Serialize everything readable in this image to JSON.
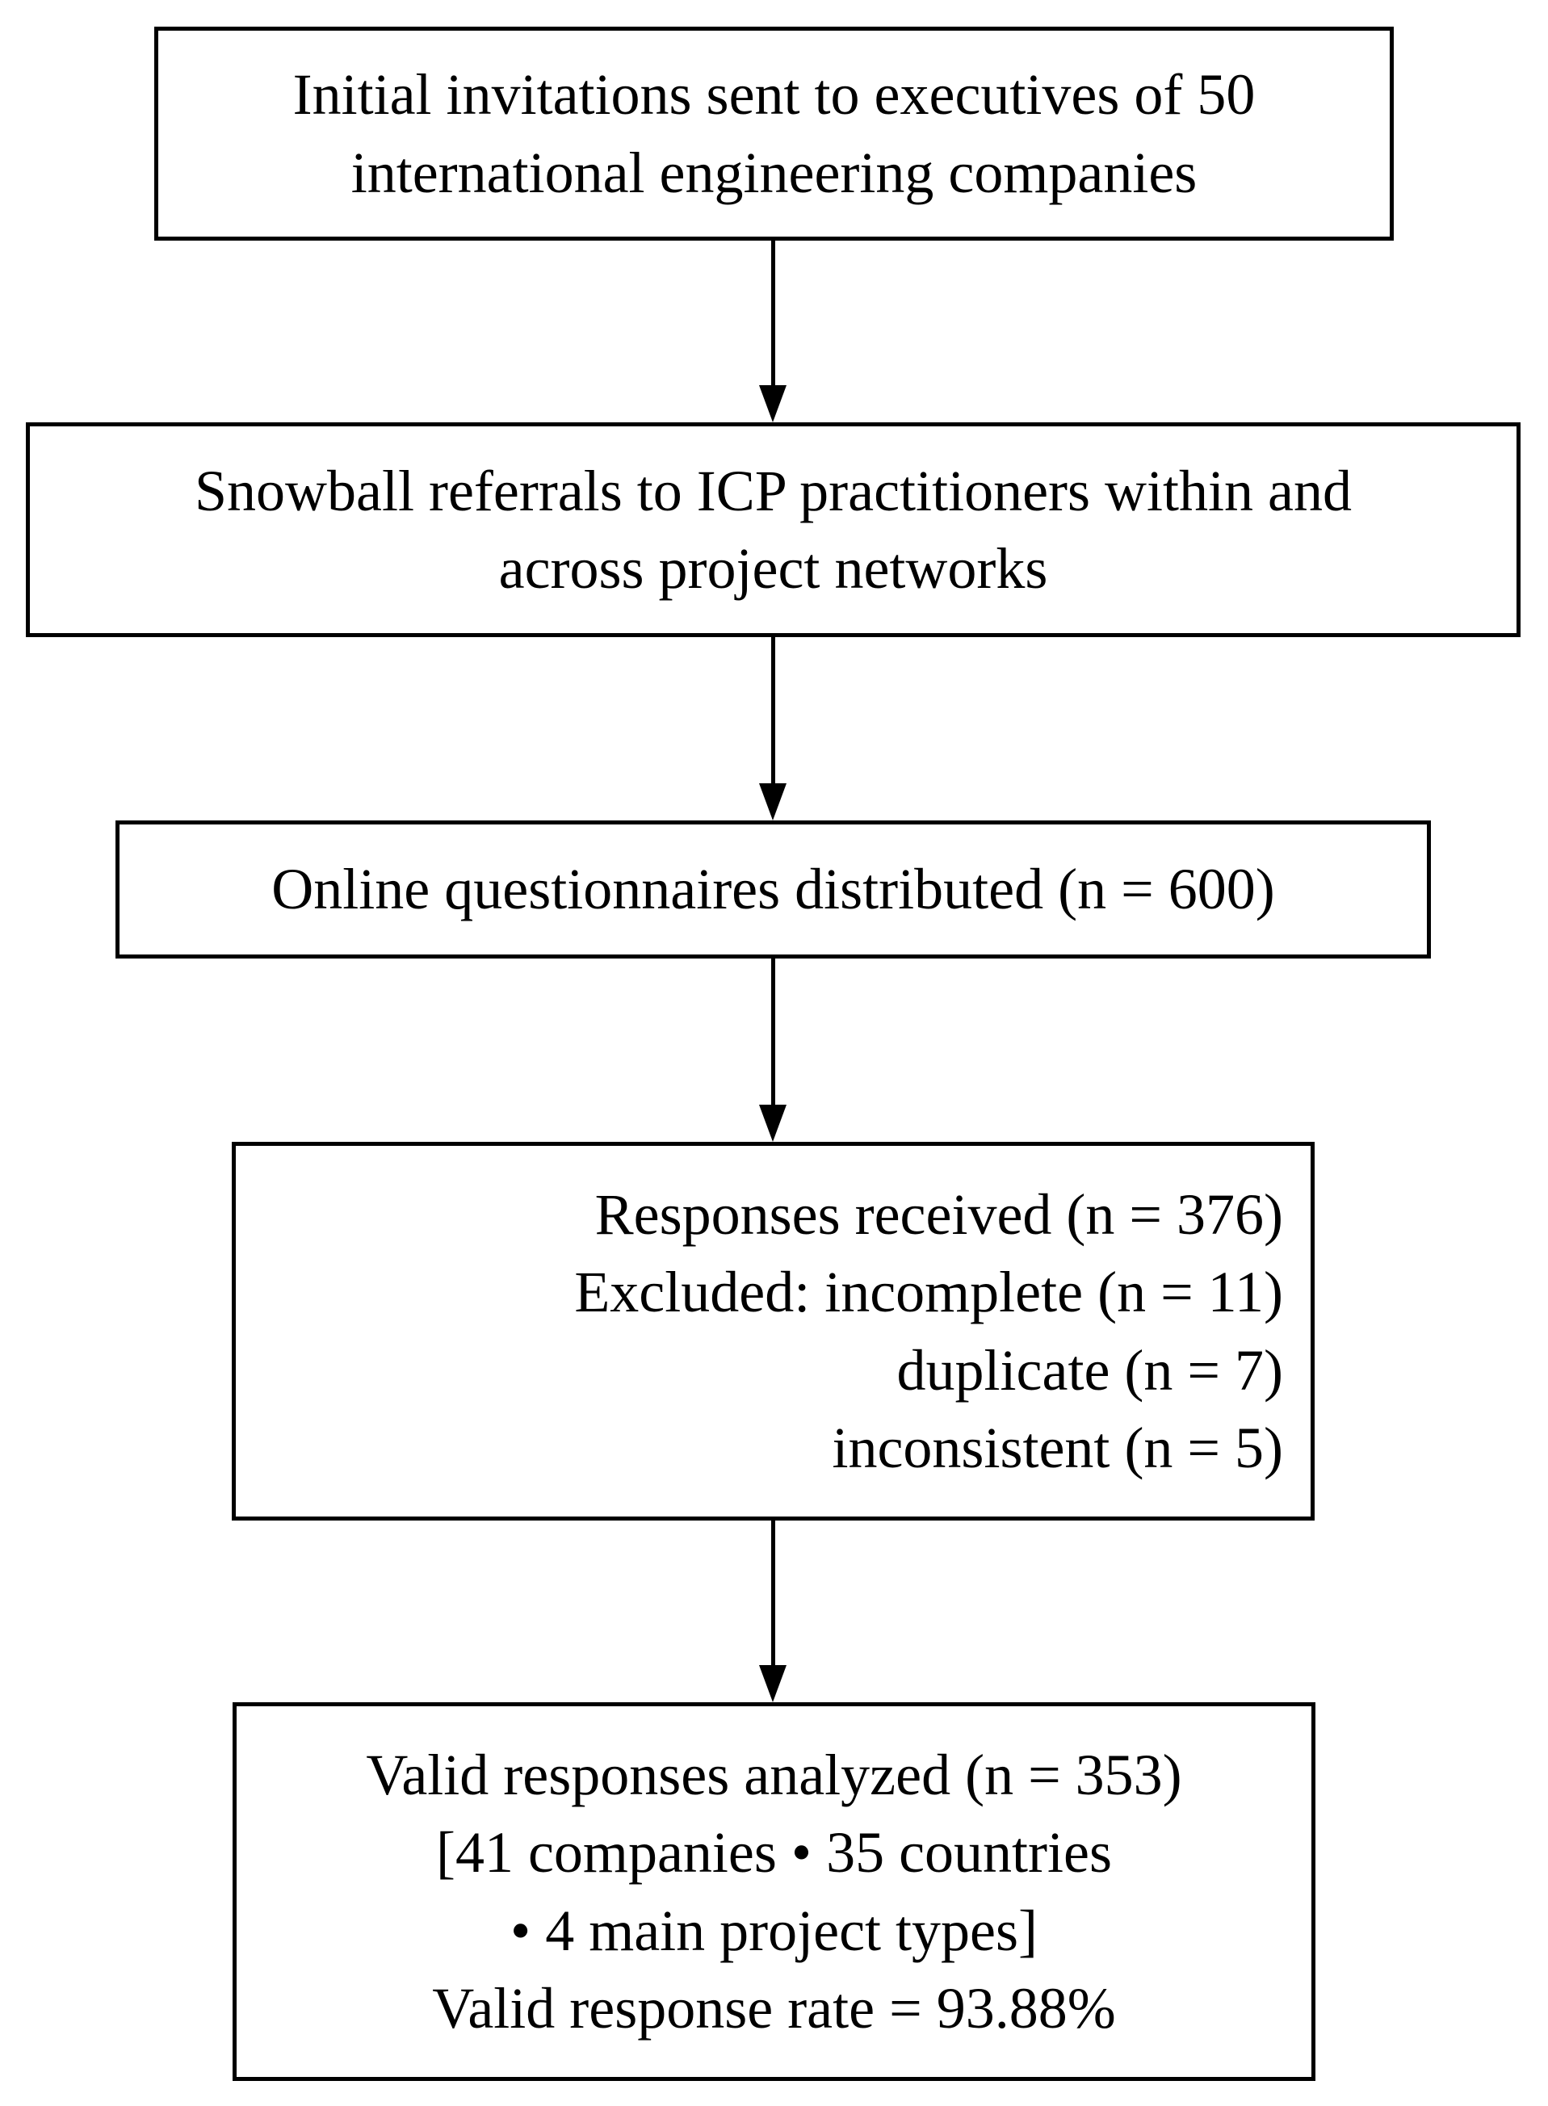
{
  "diagram": {
    "title": "Survey sampling and response flow diagram",
    "type": "flowchart",
    "orientation": "vertical",
    "colors": {
      "stroke": "#000000",
      "fill": "#ffffff",
      "text": "#000000"
    },
    "nodes": [
      {
        "id": "node-1",
        "name": "initial-invitations",
        "align": "center",
        "lines": [
          "Initial invitations sent to executives of 50",
          "international engineering companies"
        ]
      },
      {
        "id": "node-2",
        "name": "snowball-referrals",
        "align": "center",
        "lines": [
          "Snowball referrals to ICP practitioners within and",
          "across project networks"
        ]
      },
      {
        "id": "node-3",
        "name": "questionnaires-distributed",
        "align": "center",
        "lines": [
          "Online questionnaires distributed (n = 600)"
        ]
      },
      {
        "id": "node-4",
        "name": "responses-and-exclusions",
        "align": "right",
        "lines": [
          "Responses received (n = 376)",
          "Excluded: incomplete (n = 11)",
          "duplicate (n = 7)",
          "inconsistent (n = 5)"
        ]
      },
      {
        "id": "node-5",
        "name": "valid-responses",
        "align": "center",
        "lines": [
          "Valid responses analyzed (n = 353)",
          "[41 companies • 35 countries",
          "• 4 main project types]",
          "Valid response rate = 93.88%"
        ]
      }
    ],
    "connectors": [
      {
        "id": "connector-1",
        "name": "arrow-node1-to-node2",
        "from": "node-1",
        "to": "node-2",
        "glyph": "down-arrow"
      },
      {
        "id": "connector-2",
        "name": "arrow-node2-to-node3",
        "from": "node-2",
        "to": "node-3",
        "glyph": "down-arrow"
      },
      {
        "id": "connector-3",
        "name": "arrow-node3-to-node4",
        "from": "node-3",
        "to": "node-4",
        "glyph": "down-arrow"
      },
      {
        "id": "connector-4",
        "name": "arrow-node4-to-node5",
        "from": "node-4",
        "to": "node-5",
        "glyph": "down-arrow"
      }
    ],
    "counts": {
      "initial_companies": 50,
      "questionnaires_distributed": 600,
      "responses_received": 376,
      "excluded_incomplete": 11,
      "excluded_duplicate": 7,
      "excluded_inconsistent": 5,
      "valid_responses": 353,
      "companies": 41,
      "countries": 35,
      "project_types": 4,
      "valid_response_rate": "93.88%"
    }
  }
}
